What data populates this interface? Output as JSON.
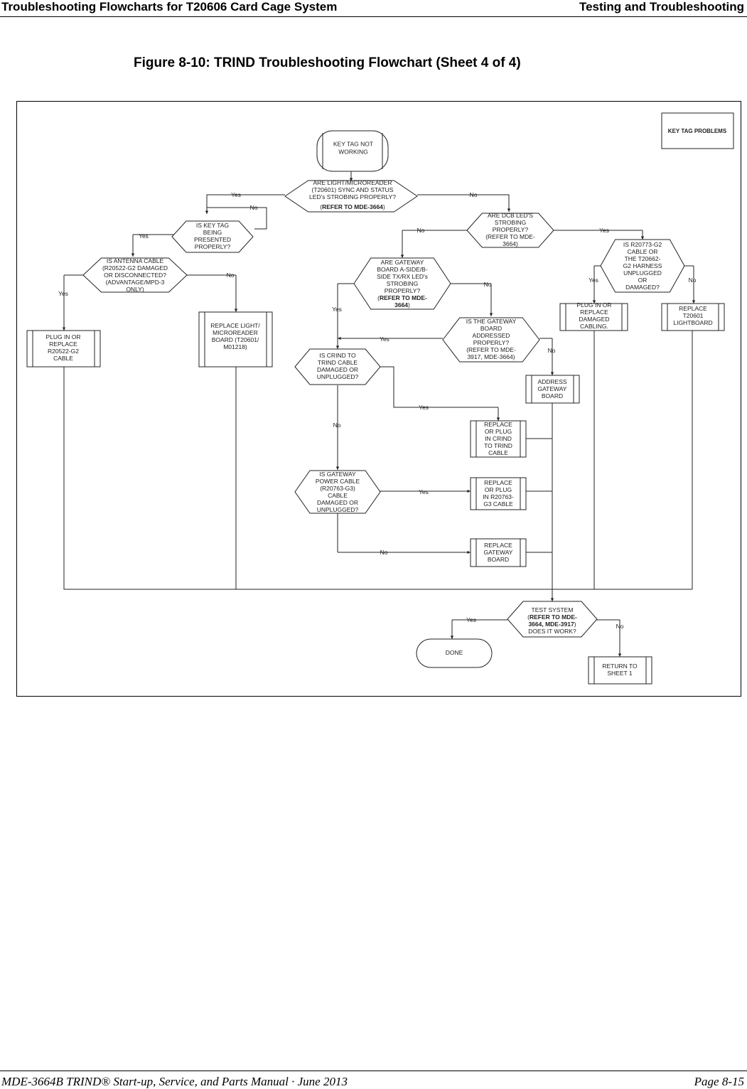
{
  "header": {
    "left": "Troubleshooting Flowcharts for T20606 Card Cage System",
    "right": "Testing and Troubleshooting"
  },
  "figure_title": "Figure 8-10: TRIND Troubleshooting Flowchart (Sheet 4 of 4)",
  "flowchart": {
    "key_tag_problems": "KEY TAG PROBLEMS",
    "start": [
      "KEY TAG NOT",
      "WORKING"
    ],
    "d_light_reader": [
      "ARE LIGHT/MICROREADER",
      "(T20601) SYNC AND STATUS",
      "LED's STROBING PROPERLY?"
    ],
    "d_light_reader_ref_pre": "(",
    "d_light_reader_ref_bold": "REFER TO MDE-3664",
    "d_light_reader_ref_post": ")",
    "d_key_tag": [
      "IS KEY TAG",
      "BEING",
      "PRESENTED",
      "PROPERLY?"
    ],
    "d_antenna": [
      "IS ANTENNA CABLE",
      "(R20522-G2 DAMAGED",
      "OR DISCONNECTED?",
      "(ADVANTAGE/MPD-3",
      "ONLY)"
    ],
    "p_plug_antenna": [
      "PLUG IN OR",
      "REPLACE",
      "R20522-G2",
      "CABLE"
    ],
    "p_replace_light": [
      "REPLACE LIGHT/",
      "MICROREADER",
      "BOARD (T20601/",
      "M01218)"
    ],
    "d_dcb": [
      "ARE DCB LED'S",
      "STROBING",
      "PROPERLY?",
      "(REFER TO MDE-",
      "3664)"
    ],
    "d_gateway_board": [
      "ARE GATEWAY",
      "BOARD A-SIDE/B-",
      "SIDE TX/RX LED's",
      "STROBING",
      "PROPERLY?"
    ],
    "d_gateway_board_ref": [
      "REFER TO MDE-",
      "3664"
    ],
    "d_gateway_addr": [
      "IS THE GATEWAY",
      "BOARD",
      "ADDRESSED",
      "PROPERLY?",
      "(REFER TO MDE-",
      "3917, MDE-3664)"
    ],
    "d_crind": [
      "IS CRIND TO",
      "TRIND CABLE",
      "DAMAGED OR",
      "UNPLUGGED?"
    ],
    "p_address": [
      "ADDRESS",
      "GATEWAY",
      "BOARD"
    ],
    "p_replace_crind": [
      "REPLACE",
      "OR PLUG",
      "IN CRIND",
      "TO TRIND",
      "CABLE"
    ],
    "d_gw_power": [
      "IS GATEWAY",
      "POWER CABLE",
      "(R20763-G3)",
      "CABLE",
      "DAMAGED OR",
      "UNPLUGGED?"
    ],
    "p_replace_power": [
      "REPLACE",
      "OR PLUG",
      "IN R20763-",
      "G3 CABLE"
    ],
    "p_replace_gateway": [
      "REPLACE",
      "GATEWAY",
      "BOARD"
    ],
    "d_harness": [
      "IS R20773-G2",
      "CABLE OR",
      "THE T20662-",
      "G2 HARNESS",
      "UNPLUGGED",
      "OR",
      "DAMAGED?"
    ],
    "p_plug_damaged": [
      "PLUG IN OR",
      "REPLACE",
      "DAMAGED",
      "CABLING."
    ],
    "p_replace_t20601": [
      "REPLACE",
      "T20601",
      "LIGHTBOARD"
    ],
    "d_test": [
      "TEST SYSTEM"
    ],
    "d_test_ref": [
      "REFER TO MDE-",
      "3664, MDE-3917"
    ],
    "d_test_q": "DOES IT WORK?",
    "done": "DONE",
    "p_return": [
      "RETURN TO",
      "SHEET 1"
    ],
    "yes": "Yes",
    "no": "No"
  },
  "footer": {
    "left": "MDE-3664B TRIND® Start-up, Service, and Parts Manual · June 2013",
    "right": "Page 8-15"
  }
}
